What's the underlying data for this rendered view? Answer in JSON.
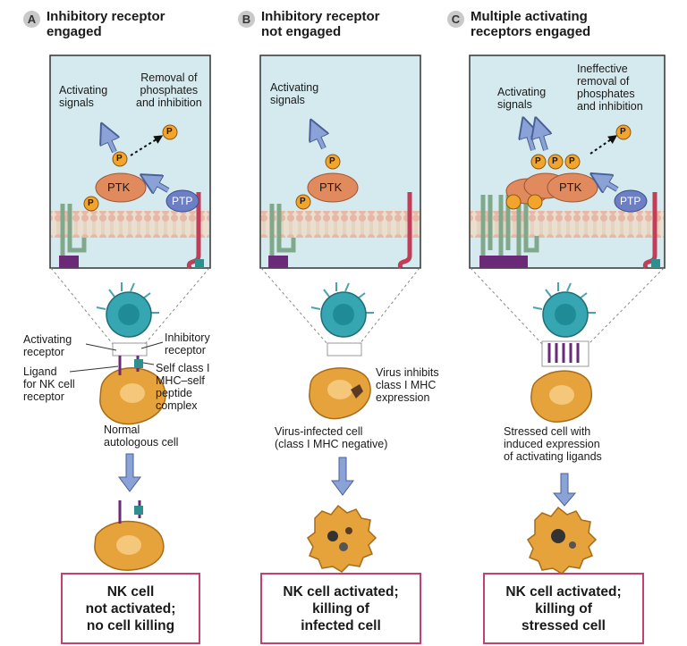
{
  "panels": [
    {
      "letter": "A",
      "title_line1": "Inhibitory receptor",
      "title_line2": "engaged",
      "box_labels": {
        "signals_line1": "Activating",
        "signals_line2": "signals",
        "removal_line1": "Removal of",
        "removal_line2": "phosphates",
        "removal_line3": "and inhibition"
      },
      "cell_labels": {
        "activating_receptor_1": "Activating",
        "activating_receptor_2": "receptor",
        "inhibitory_receptor_1": "Inhibitory",
        "inhibitory_receptor_2": "receptor",
        "ligand_1": "Ligand",
        "ligand_2": "for NK cell",
        "ligand_3": "receptor",
        "mhc_1": "Self class I",
        "mhc_2": "MHC–self",
        "mhc_3": "peptide",
        "mhc_4": "complex",
        "target_1": "Normal",
        "target_2": "autologous cell"
      },
      "outcome_line1": "NK cell",
      "outcome_line2": "not activated;",
      "outcome_line3": "no cell killing"
    },
    {
      "letter": "B",
      "title_line1": "Inhibitory receptor",
      "title_line2": "not engaged",
      "box_labels": {
        "signals_line1": "Activating",
        "signals_line2": "signals"
      },
      "cell_labels": {
        "virus_1": "Virus inhibits",
        "virus_2": "class I MHC",
        "virus_3": "expression",
        "target_1": "Virus-infected cell",
        "target_2": "(class I MHC negative)"
      },
      "outcome_line1": "NK cell activated;",
      "outcome_line2": "killing of",
      "outcome_line3": "infected cell"
    },
    {
      "letter": "C",
      "title_line1": "Multiple activating",
      "title_line2": "receptors engaged",
      "box_labels": {
        "signals_line1": "Activating",
        "signals_line2": "signals",
        "removal_line1": "Ineffective",
        "removal_line2": "removal of",
        "removal_line3": "phosphates",
        "removal_line4": "and inhibition"
      },
      "cell_labels": {
        "target_1": "Stressed cell with",
        "target_2": "induced expression",
        "target_3": "of activating ligands"
      },
      "outcome_line1": "NK cell activated;",
      "outcome_line2": "killing of",
      "outcome_line3": "stressed cell"
    }
  ],
  "molecules": {
    "kinase": "PTK",
    "phosphatase": "PTP",
    "phosphate": "P"
  },
  "colors": {
    "box_bg": "#d4eaee",
    "kinase": "#e08a5e",
    "phosphatase": "#6d7fc4",
    "phosphate": "#f3a42c",
    "activating_receptor": "#7fa98a",
    "inhibitory_receptor": "#c23e58",
    "ligand": "#6a2a78",
    "outcome_border": "#c4416e",
    "arrow": "#8aa2d6",
    "cell": "#e6a33c",
    "nk_cell": "#36a6b2"
  }
}
